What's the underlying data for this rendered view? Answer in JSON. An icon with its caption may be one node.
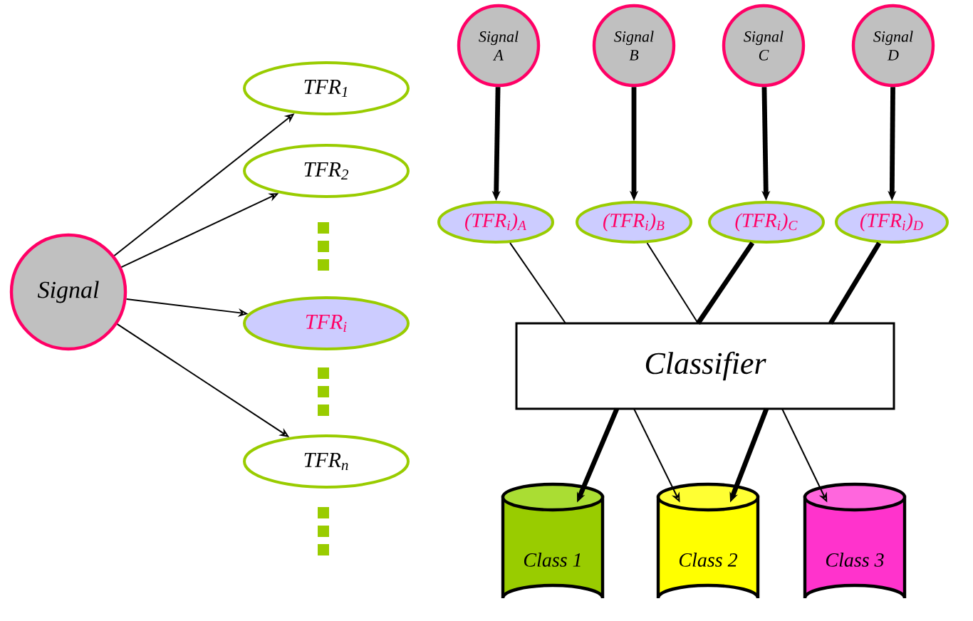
{
  "diagram": {
    "nodes": [
      {
        "text": [
          "Signal"
        ]
      },
      {
        "text": [
          "TFR$_{1}$"
        ]
      },
      {
        "text": [
          "TFR$_{2}$"
        ]
      },
      {
        "text": [
          "TFR$_{i}$"
        ]
      },
      {
        "text": [
          "TFR$_{n}$"
        ]
      },
      {
        "text": [
          "Signal A"
        ]
      },
      {
        "text": [
          "Signal B"
        ]
      },
      {
        "text": [
          "Signal C"
        ]
      },
      {
        "text": [
          "Signal D"
        ]
      },
      {
        "text": [
          "(TFR$_{i}$)$_{A}$"
        ]
      },
      {
        "text": [
          "(TFR$_{i}$)$_{B}$"
        ]
      },
      {
        "text": [
          "(TFR$_{i}$)$_{C}$"
        ]
      },
      {
        "text": [
          "(TFR$_{i}$)$_{D}$"
        ]
      },
      {
        "text": [
          "Classifier"
        ]
      },
      {
        "text": [
          "Class 1"
        ]
      },
      {
        "text": [
          "Class 2"
        ]
      },
      {
        "text": [
          "Class 3"
        ]
      }
    ],
    "edges": [
      {
        "from": 0,
        "to": 1,
        "arrow": "to"
      },
      {
        "from": 0,
        "to": 2,
        "arrow": "to"
      },
      {
        "from": 0,
        "to": 3,
        "arrow": "to"
      },
      {
        "from": 0,
        "to": 4,
        "arrow": "to"
      },
      {
        "from": 5,
        "to": 9,
        "arrow": "to",
        "style": "thick"
      },
      {
        "from": 6,
        "to": 10,
        "arrow": "to",
        "style": "thick"
      },
      {
        "from": 7,
        "to": 11,
        "arrow": "to",
        "style": "thick"
      },
      {
        "from": 8,
        "to": 12,
        "arrow": "to",
        "style": "thick"
      },
      {
        "from": 9,
        "to": 13,
        "arrow": "none"
      },
      {
        "from": 10,
        "to": 13,
        "arrow": "none"
      },
      {
        "from": 11,
        "to": 13,
        "arrow": "none",
        "style": "thick"
      },
      {
        "from": 12,
        "to": 13,
        "arrow": "none",
        "style": "thick"
      },
      {
        "from": 13,
        "to": 14,
        "arrow": "to",
        "style": "thick"
      },
      {
        "from": 13,
        "to": 15,
        "arrow": "to"
      },
      {
        "from": 13,
        "to": 15,
        "arrow": "to",
        "style": "thick"
      },
      {
        "from": 13,
        "to": 16,
        "arrow": "to"
      }
    ]
  }
}
